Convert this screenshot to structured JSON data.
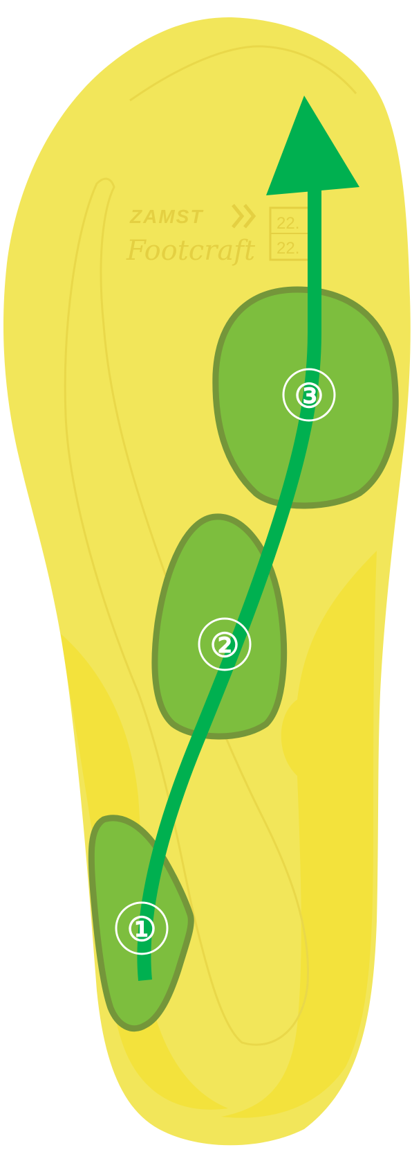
{
  "brand": {
    "logo_text": "ZAMST",
    "sub_text": "Footcraft",
    "size_labels": [
      "22.",
      "22."
    ]
  },
  "zones": [
    {
      "id": 1,
      "label": "①"
    },
    {
      "id": 2,
      "label": "②"
    },
    {
      "id": 3,
      "label": "③"
    }
  ],
  "colors": {
    "insole_outer": "#F2E65A",
    "insole_inner": "#F4E864",
    "arch_support": "#F3E23C",
    "zone_fill": "#7DBE3E",
    "zone_border": "#74963A",
    "arrow": "#00B050",
    "zone_number": "#FFFFFF",
    "embossed_line": "#E9D84A"
  }
}
